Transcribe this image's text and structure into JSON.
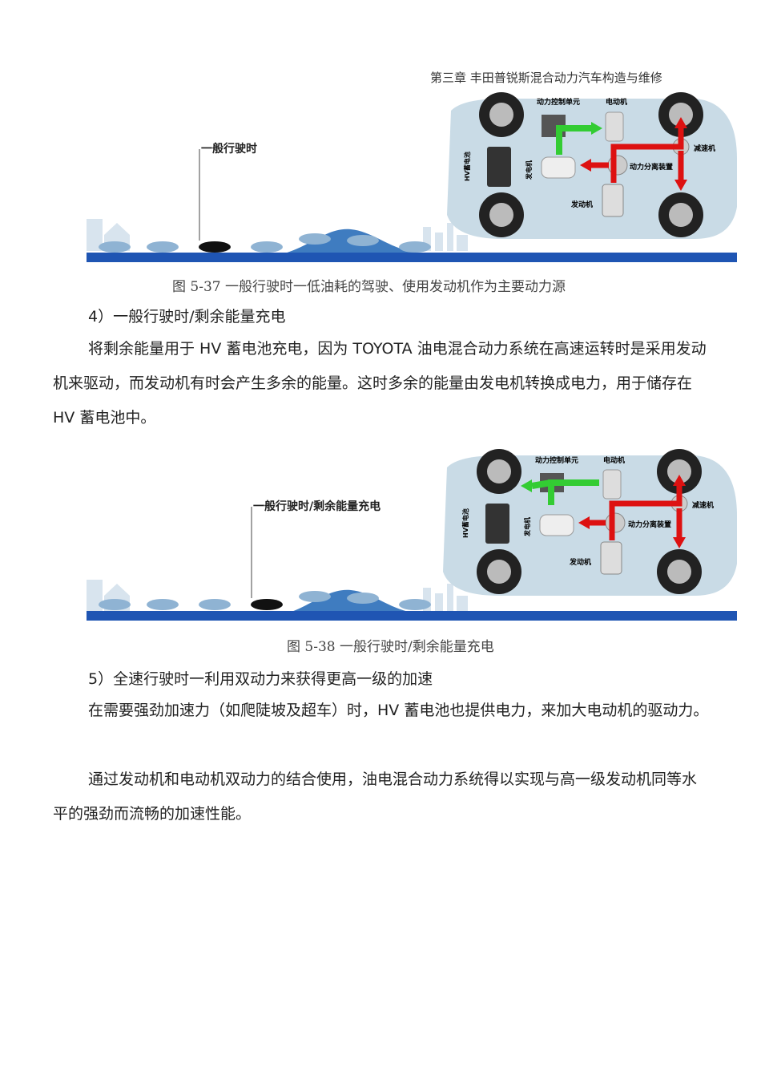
{
  "header": {
    "chapter_title": "第三章  丰田普锐斯混合动力汽车构造与维修"
  },
  "figures": [
    {
      "scene_label": "一般行驶时",
      "labels": {
        "power_control_unit": "动力控制单元",
        "motor": "电动机",
        "reducer": "减速机",
        "hv_battery": "HV蓄电池",
        "generator": "发电机",
        "power_split": "动力分离装置",
        "engine": "发动机"
      },
      "caption": "图 5-37    一般行驶时一低油耗的驾驶、使用发动机作为主要动力源"
    },
    {
      "scene_label": "一般行驶时/剩余能量充电",
      "labels": {
        "power_control_unit": "动力控制单元",
        "motor": "电动机",
        "reducer": "减速机",
        "hv_battery": "HV蓄电池",
        "generator": "发电机",
        "power_split": "动力分离装置",
        "engine": "发动机"
      },
      "caption": "图 5-38    一般行驶时/剩余能量充电"
    }
  ],
  "section4": {
    "heading": "4）一般行驶时/剩余能量充电",
    "paragraph": "将剩余能量用于 HV  蓄电池充电，因为 TOYOTA   油电混合动力系统在高速运转时是采用发动机来驱动，而发动机有时会产生多余的能量。这时多余的能量由发电机转换成电力，用于储存在 HV  蓄电池中。"
  },
  "section5": {
    "heading": "5）全速行驶时一利用双动力来获得更高一级的加速",
    "paragraph1": "在需要强劲加速力（如爬陡坡及超车）时，HV  蓄电池也提供电力，来加大电动机的驱动力。",
    "paragraph2": "通过发动机和电动机双动力的结合使用，油电混合动力系统得以实现与高一级发动机同等水平的强劲而流畅的加速性能。"
  }
}
